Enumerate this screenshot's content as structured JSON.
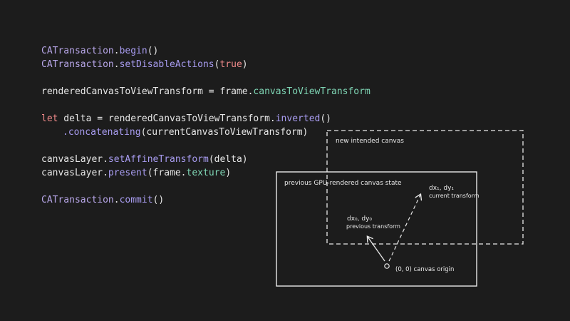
{
  "code": {
    "lines": [
      [
        {
          "t": "CATransaction",
          "c": "ty"
        },
        {
          "t": ".",
          "c": "pl"
        },
        {
          "t": "begin",
          "c": "fn"
        },
        {
          "t": "()",
          "c": "pl"
        }
      ],
      [
        {
          "t": "CATransaction",
          "c": "ty"
        },
        {
          "t": ".",
          "c": "pl"
        },
        {
          "t": "setDisableActions",
          "c": "fn"
        },
        {
          "t": "(",
          "c": "pl"
        },
        {
          "t": "true",
          "c": "lit"
        },
        {
          "t": ")",
          "c": "pl"
        }
      ],
      [],
      [
        {
          "t": "renderedCanvasToViewTransform = frame.",
          "c": "pl"
        },
        {
          "t": "canvasToViewTransform",
          "c": "prop"
        }
      ],
      [],
      [
        {
          "t": "let",
          "c": "kw"
        },
        {
          "t": " delta = renderedCanvasToViewTransform.",
          "c": "pl"
        },
        {
          "t": "inverted",
          "c": "fn"
        },
        {
          "t": "()",
          "c": "pl"
        }
      ],
      [
        {
          "t": ".concatenating",
          "c": "fn",
          "indent": true
        },
        {
          "t": "(currentCanvasToViewTransform)",
          "c": "pl"
        }
      ],
      [],
      [
        {
          "t": "canvasLayer.",
          "c": "pl"
        },
        {
          "t": "setAffineTransform",
          "c": "fn"
        },
        {
          "t": "(delta)",
          "c": "pl"
        }
      ],
      [
        {
          "t": "canvasLayer.",
          "c": "pl"
        },
        {
          "t": "present",
          "c": "fn"
        },
        {
          "t": "(frame.",
          "c": "pl"
        },
        {
          "t": "texture",
          "c": "prop"
        },
        {
          "t": ")",
          "c": "pl"
        }
      ],
      [],
      [
        {
          "t": "CATransaction",
          "c": "ty"
        },
        {
          "t": ".",
          "c": "pl"
        },
        {
          "t": "commit",
          "c": "fn"
        },
        {
          "t": "()",
          "c": "pl"
        }
      ]
    ]
  },
  "diagram": {
    "new_canvas_label": "new intended canvas",
    "previous_canvas_label": "previous GPU-rendered canvas state",
    "dx1_label": "dx₁, dy₁",
    "current_transform_label": "current transform",
    "dx0_label": "dx₀, dy₀",
    "previous_transform_label": "previous transform",
    "origin_label": "(0, 0)  canvas origin"
  },
  "colors": {
    "background": "#1c1c1c",
    "type": "#b7a6e8",
    "method": "#a89cf0",
    "literal": "#f08a8a",
    "property": "#7fd6b5",
    "stroke": "#e8e8e8"
  }
}
